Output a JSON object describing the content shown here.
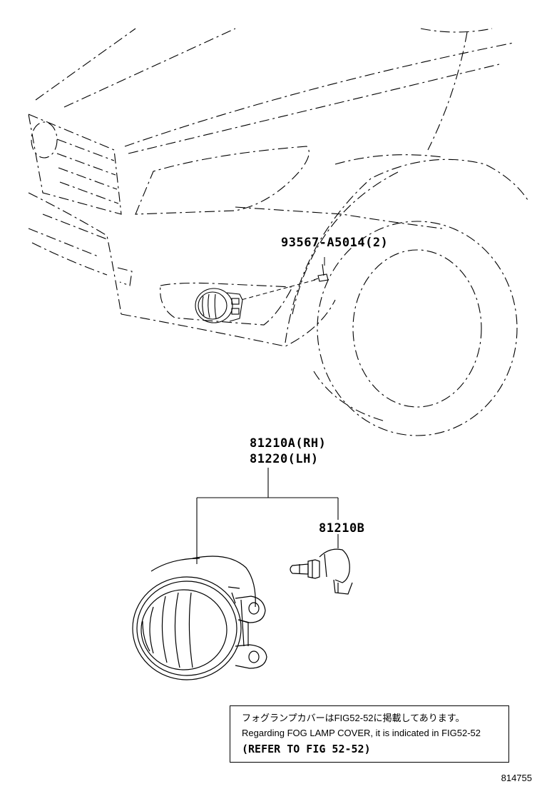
{
  "parts": {
    "clip": "93567-A5014(2)",
    "lamp_rh": "81210A(RH)",
    "lamp_lh": "81220(LH)",
    "bulb": "81210B"
  },
  "note": {
    "line_jp": "フォグランプカバーはFIG52-52に掲載してあります。",
    "line_en": "Regarding FOG LAMP COVER, it is indicated in FIG52-52",
    "line_ref": "(REFER TO FIG 52-52)"
  },
  "drawing_id": "814755"
}
